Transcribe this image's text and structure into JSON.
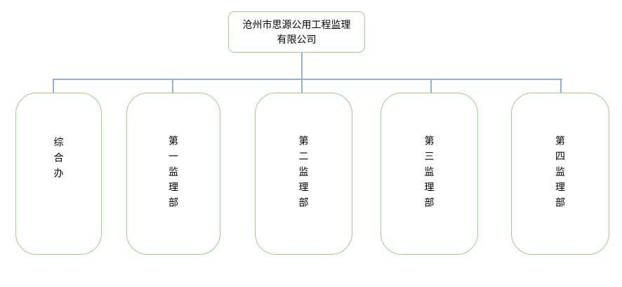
{
  "chart": {
    "type": "org-chart",
    "root": {
      "name": "沧州市思源公用工程监理有限公司",
      "lines": [
        "沧州市思源公用工程监理",
        "有限公司"
      ]
    },
    "departments": [
      {
        "label": "综合办"
      },
      {
        "label": "第一监理部"
      },
      {
        "label": "第二监理部"
      },
      {
        "label": "第三监理部"
      },
      {
        "label": "第四监理部"
      }
    ]
  },
  "colors": {
    "box-border": "#a2cd85",
    "connector": "#8fb1dc",
    "text": "#000000",
    "background": "#ffffff"
  }
}
